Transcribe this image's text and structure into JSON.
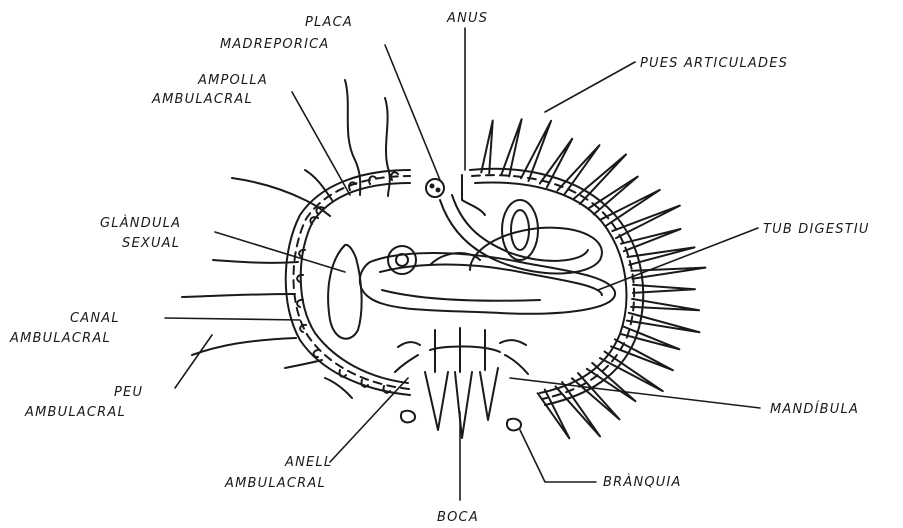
{
  "labels": {
    "placa_1": "PLACA",
    "placa_2": "MADREPORICA",
    "anus": "ANUS",
    "pues": "PUES ARTICULADES",
    "ampolla_1": "AMPOLLA",
    "ampolla_2": "AMBULACRAL",
    "glandula_1": "GLÀNDULA",
    "glandula_2": "SEXUAL",
    "tub": "TUB DIGESTIU",
    "canal_1": "CANAL",
    "canal_2": "AMBULACRAL",
    "peu_1": "PEU",
    "peu_2": "AMBULACRAL",
    "mandibula": "MANDÍBULA",
    "anell_1": "ANELL",
    "anell_2": "AMBULACRAL",
    "branquia": "BRÀNQUIA",
    "boca": "BOCA"
  },
  "colors": {
    "ink": "#1a1a1a",
    "paper": "#ffffff"
  }
}
